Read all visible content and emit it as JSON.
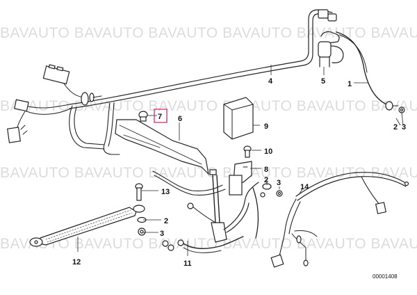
{
  "watermark": "BAVAUTO BAVAUTO BAVAUTO BAVAUTO BAVAUTO BAVAUTO",
  "reference": "00001408",
  "callouts": {
    "c1": "1",
    "c2a": "2",
    "c3a": "3",
    "c4": "4",
    "c5": "5",
    "c6": "6",
    "c7": "7",
    "c8": "8",
    "c9": "9",
    "c10": "10",
    "c2b": "2",
    "c3b": "3",
    "c11": "11",
    "c12": "12",
    "c13": "13",
    "c2c": "2",
    "c3c": "3",
    "c14": "14"
  },
  "colors": {
    "line": "#222222",
    "highlight": "#e0357a",
    "watermark": "#dcdcdc"
  }
}
